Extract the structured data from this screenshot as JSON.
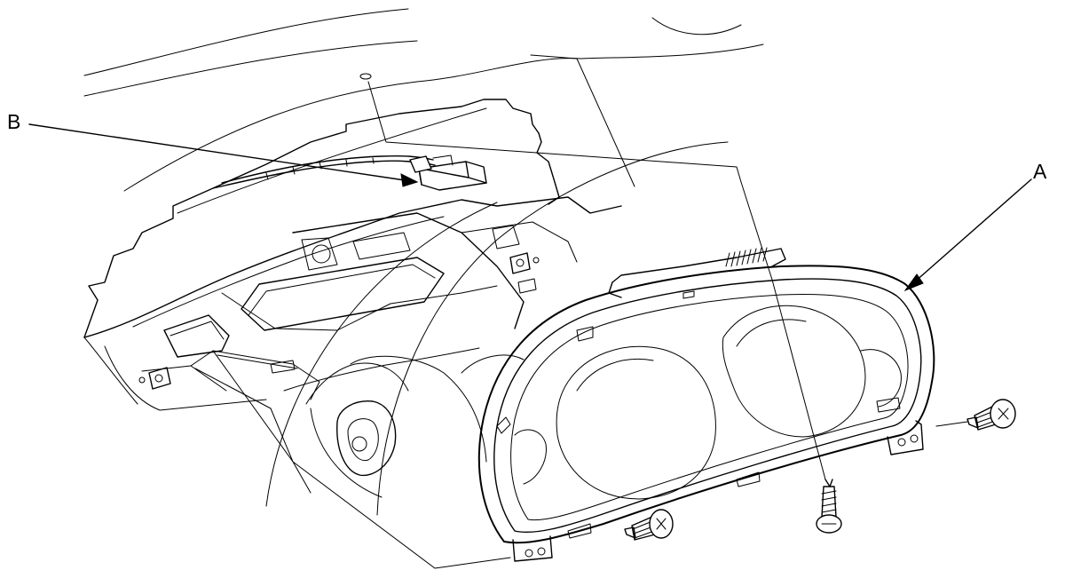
{
  "callouts": {
    "a": "A",
    "b": "B"
  },
  "icons": {
    "dashboard": "dashboard-outline",
    "cluster": "gauge-cluster-outline",
    "screw": "screw-icon",
    "connector": "connector-icon"
  },
  "colors": {
    "ink": "#000000",
    "paper": "#ffffff"
  }
}
